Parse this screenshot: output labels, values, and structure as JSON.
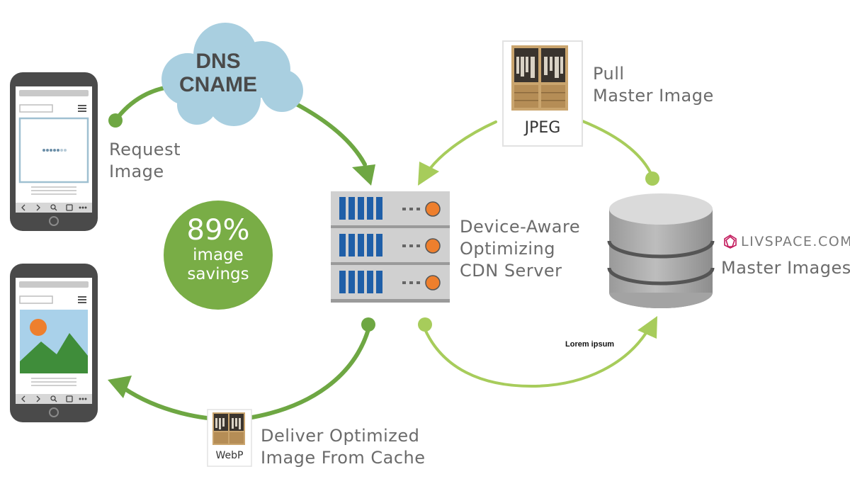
{
  "dns": {
    "line1": "DNS",
    "line2": "CNAME"
  },
  "request": {
    "line1": "Request",
    "line2": "Image"
  },
  "savings": {
    "percent": "89%",
    "line1": "image",
    "line2": "savings"
  },
  "server": {
    "line1": "Device-Aware",
    "line2": "Optimizing",
    "line3": "CDN Server"
  },
  "pull": {
    "line1": "Pull",
    "line2": "Master Image"
  },
  "jpeg_label": "JPEG",
  "webp_label": "WebP",
  "deliver": {
    "line1": "Deliver Optimized",
    "line2": "Image From Cache"
  },
  "database": {
    "brand": "LIVSPACE.COM",
    "label": "Master Images"
  },
  "annotation": "Lorem ipsum",
  "colors": {
    "dark_green": "#6ea743",
    "light_green": "#a7cc5b",
    "cloud": "#a9cfe0",
    "badge": "#79ad46",
    "server_blue": "#1f5fa8",
    "server_orange": "#ee7f2d"
  }
}
